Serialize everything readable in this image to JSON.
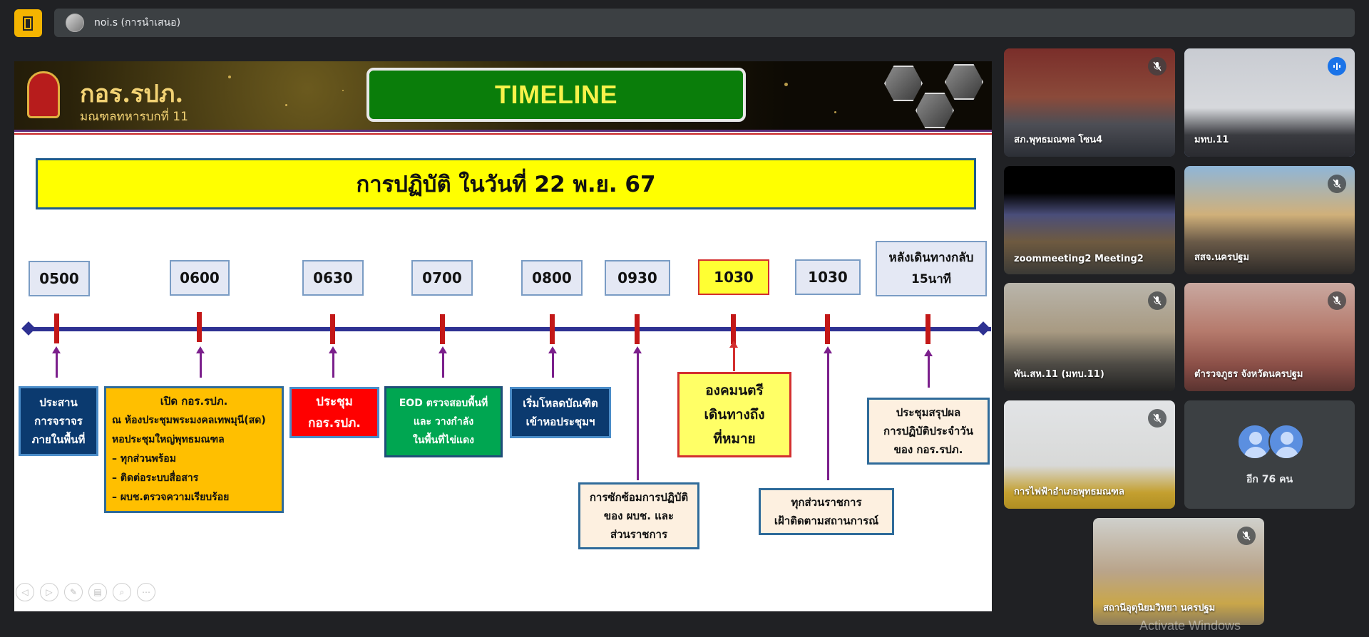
{
  "topbar": {
    "presenter_name": "noi.s (การนำเสนอ)"
  },
  "slide": {
    "org_title": "กอร.รปภ.",
    "org_subtitle": "มณฑลทหารบกที่ 11",
    "banner_title": "TIMELINE",
    "date_title": "การปฏิบัติ ในวันที่ 22 พ.ย. 67",
    "times": [
      "0500",
      "0600",
      "0630",
      "0700",
      "0800",
      "0930",
      "1030",
      "1030",
      "หลังเดินทางกลับ 15นาที"
    ],
    "events": {
      "e1": [
        "ประสาน",
        "การจราจร",
        "ภายในพื้นที่"
      ],
      "e2_head": "เปิด กอร.รปภ.",
      "e2_lines": [
        "ณ ห้องประชุมพระมงคลเทพมุนี(สด)",
        "หอประชุมใหญ่พุทธมณฑล",
        "– ทุกส่วนพร้อม",
        "– ติดต่อระบบสื่อสาร",
        "– ผบช.ตรวจความเรียบร้อย"
      ],
      "e3": [
        "ประชุม",
        "กอร.รปภ."
      ],
      "e4": [
        "EOD ตรวจสอบพื้นที่",
        "และ วางกำลัง",
        "ในพื้นที่ไข่แดง"
      ],
      "e5": [
        "เริ่มโหลดบัณฑิต",
        "เข้าหอประชุมฯ"
      ],
      "e6": [
        "การซักซ้อมการปฏิบัติ",
        "ของ ผบช. และ",
        "ส่วนราชการ"
      ],
      "e7": [
        "องคมนตรี",
        "เดินทางถึง",
        "ที่หมาย"
      ],
      "e8": [
        "ทุกส่วนราชการ",
        "เฝ้าติดตามสถานการณ์"
      ],
      "e9": [
        "ประชุมสรุปผล",
        "การปฏิบัติประจำวัน",
        "ของ กอร.รปภ."
      ]
    }
  },
  "participants": [
    {
      "name": "สภ.พุทธมณฑล โซน4"
    },
    {
      "name": "มทบ.11"
    },
    {
      "name": "zoommeeting2 Meeting2"
    },
    {
      "name": "สสจ.นครปฐม"
    },
    {
      "name": "พัน.สห.11 (มทบ.11)"
    },
    {
      "name": "ตำรวจภูธร จังหวัดนครปฐม"
    },
    {
      "name": "การไฟฟ้าอำเภอพุทธมณฑล"
    },
    {
      "name": "สถานีอุตุนิยมวิทยา นครปฐม"
    }
  ],
  "more_participants_label": "อีก 76 คน",
  "watermark": "Activate Windows",
  "colors": {
    "slide_accent": "#2e3192",
    "highlight": "#ffff33",
    "tile_bg": "#3c4043"
  }
}
